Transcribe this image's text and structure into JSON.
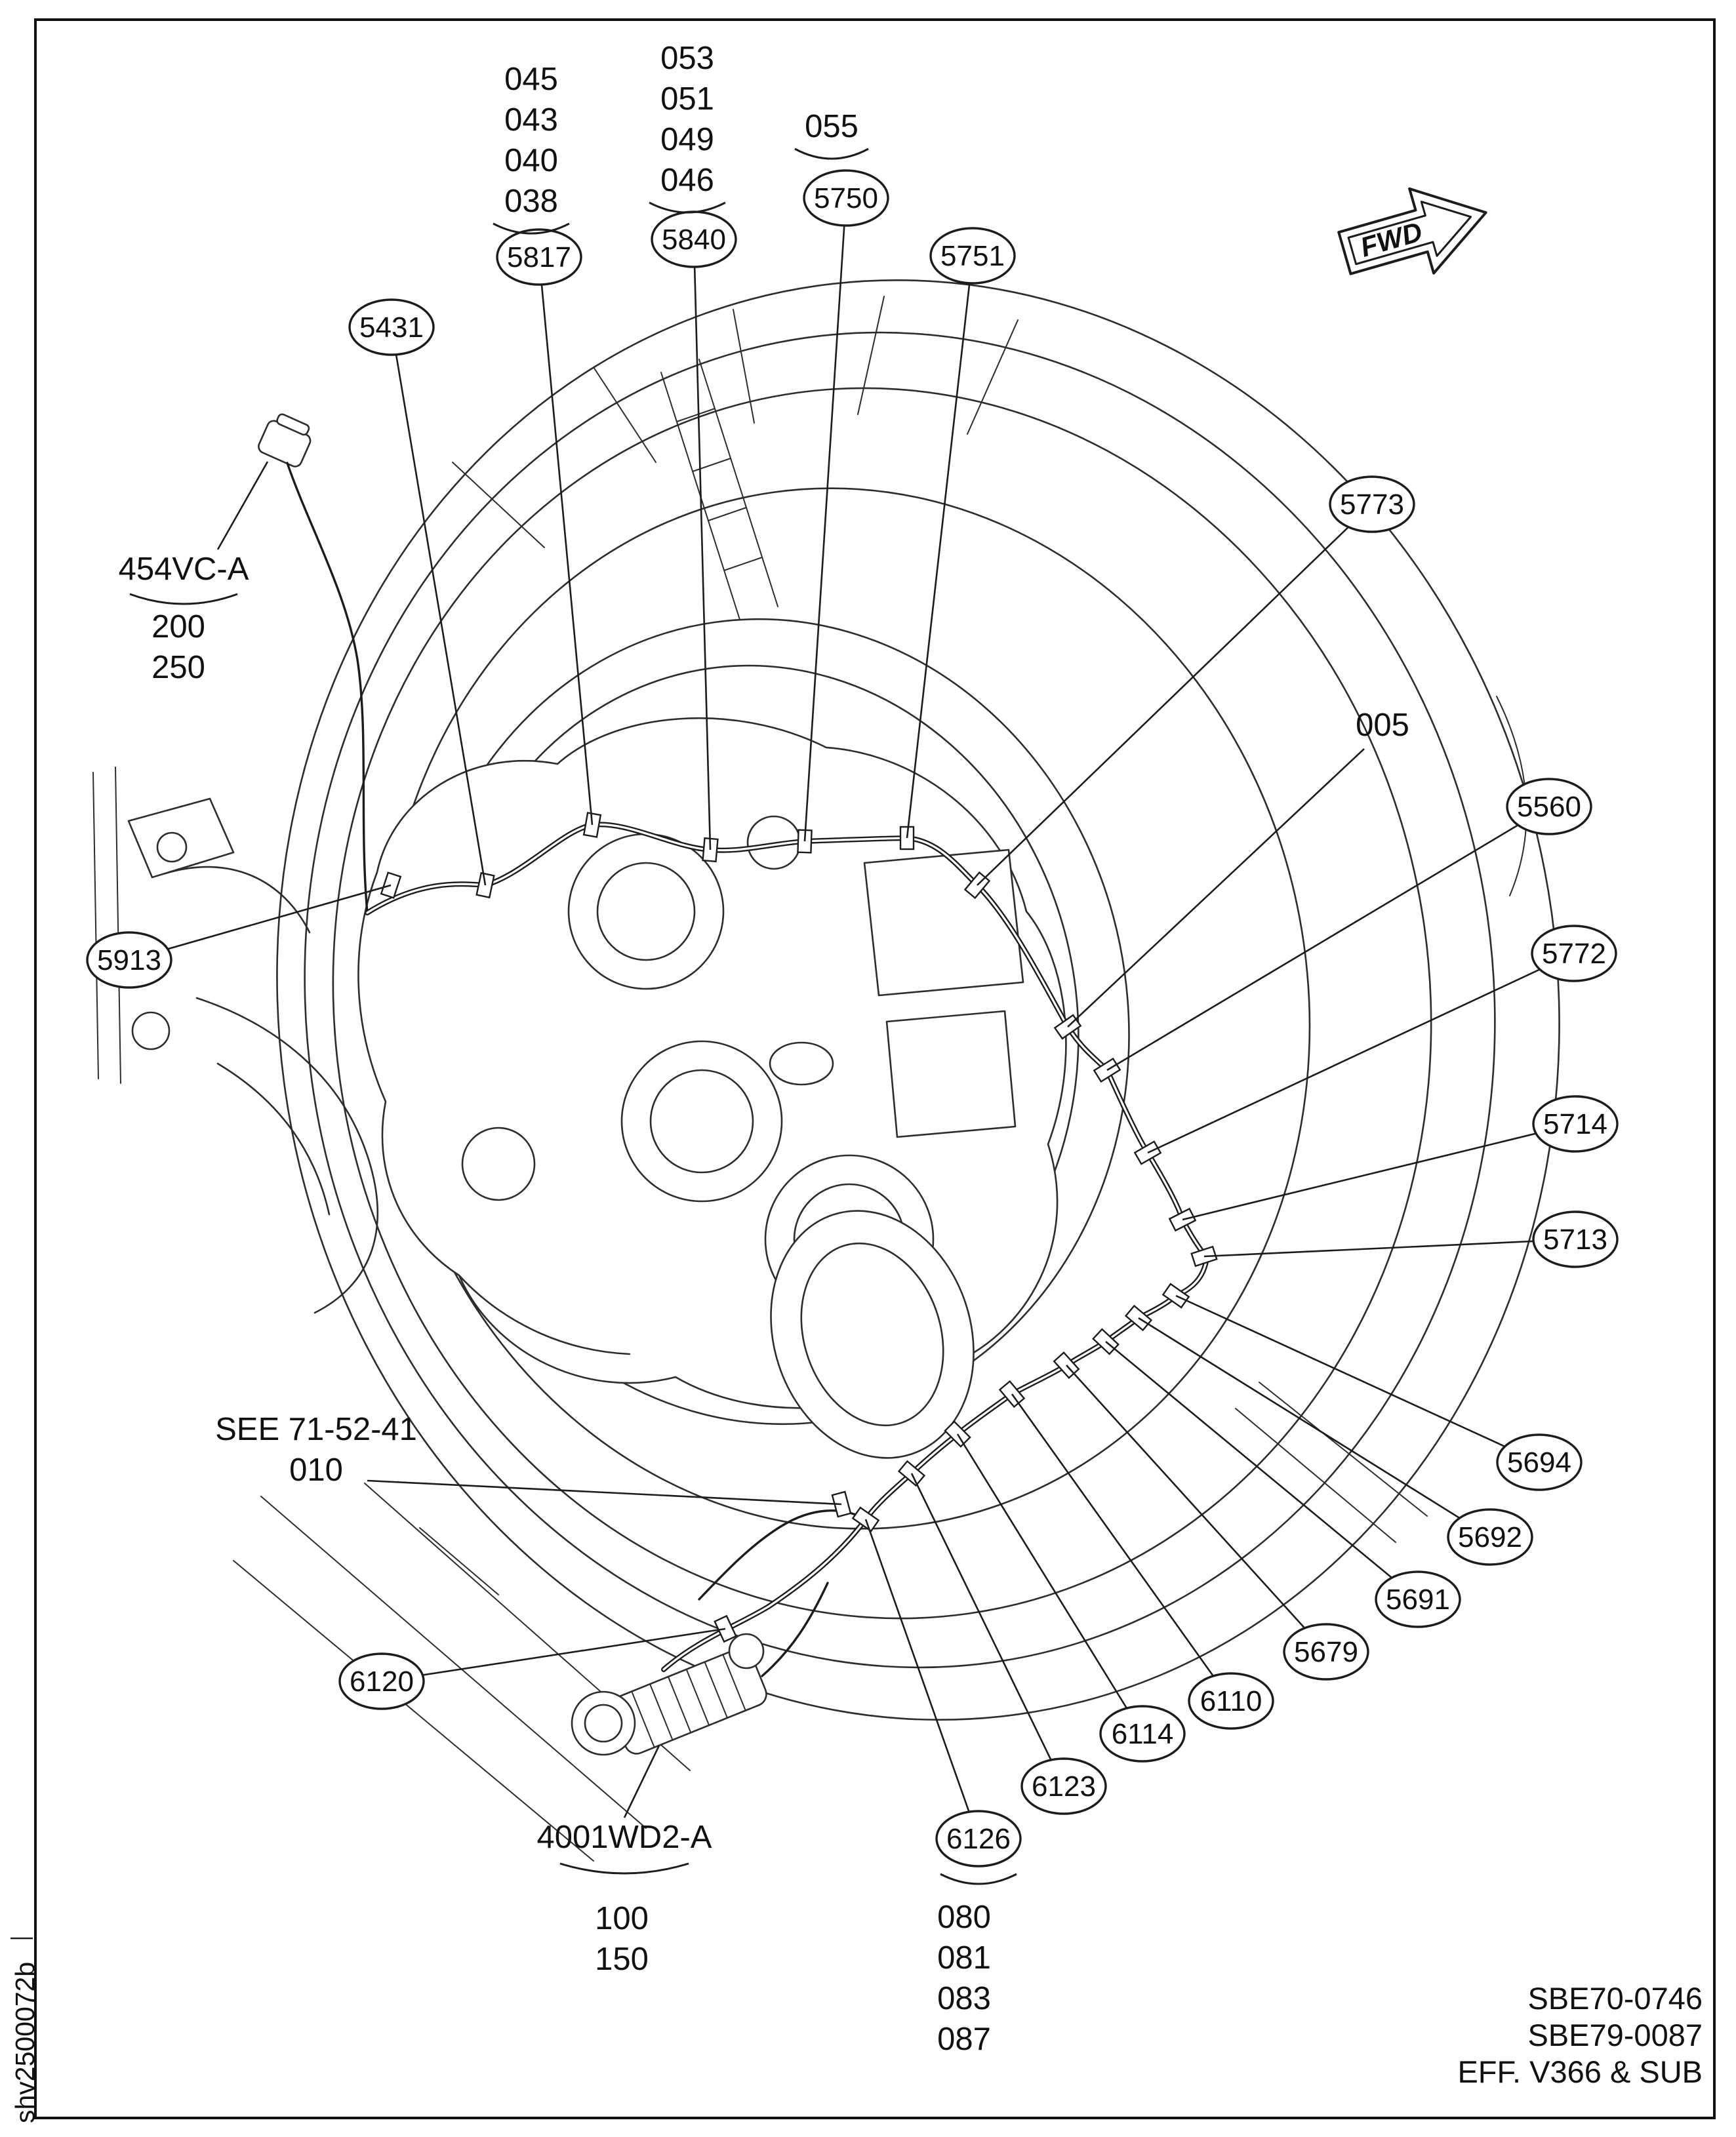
{
  "figure": {
    "fwd": "FWD",
    "item_005": "005",
    "label_454vc": "454VC-A",
    "label_4001wd2": "4001WD2-A",
    "see_reference": "SEE 71-52-41",
    "see_item": "010",
    "footer_ref_1": "SBE70-0746",
    "footer_ref_2": "SBE79-0087",
    "footer_eff": "EFF. V366 & SUB",
    "sheet_code": "shv2500072b"
  },
  "callouts": {
    "c5817": "5817",
    "c5840": "5840",
    "c5750": "5750",
    "c5751": "5751",
    "c5431": "5431",
    "c5773": "5773",
    "c5560": "5560",
    "c5772": "5772",
    "c5714": "5714",
    "c5713": "5713",
    "c5694": "5694",
    "c5692": "5692",
    "c5691": "5691",
    "c5679": "5679",
    "c6110": "6110",
    "c6114": "6114",
    "c6123": "6123",
    "c6126": "6126",
    "c6120": "6120",
    "c5913": "5913"
  },
  "stacks": {
    "s5817": [
      "045",
      "043",
      "040",
      "038"
    ],
    "s5840": [
      "053",
      "051",
      "049",
      "046"
    ],
    "s5750": [
      "055"
    ],
    "s454vc": [
      "200",
      "250"
    ],
    "s4001wd2": [
      "100",
      "150"
    ],
    "s6126": [
      "080",
      "081",
      "083",
      "087"
    ]
  }
}
